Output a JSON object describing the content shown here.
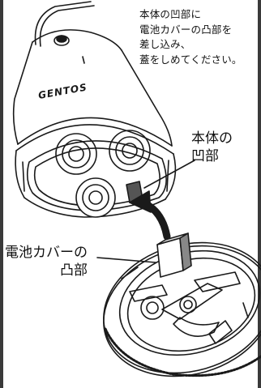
{
  "instruction": {
    "lines": [
      "本体の凹部に",
      "電池カバーの凸部を",
      "差し込み、",
      "蓋をしめてください。"
    ]
  },
  "brand_logo": "GENTOS",
  "callouts": {
    "body_recess": [
      "本体の",
      "凹部"
    ],
    "cover_tab": [
      "電池カバーの",
      "凸部"
    ]
  },
  "colors": {
    "line": "#1a1a1a",
    "frame": "#3a3a3a",
    "recess": "#555555",
    "tab": "#888888"
  }
}
